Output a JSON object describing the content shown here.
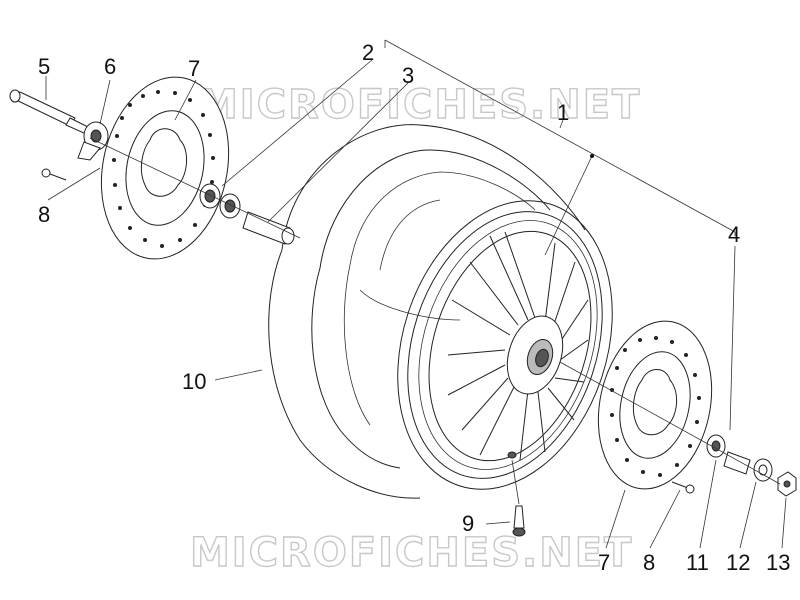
{
  "diagram": {
    "watermarks": [
      "MICROFICHES.NET",
      "MICROFICHES.NET"
    ],
    "callouts": [
      "1",
      "2",
      "3",
      "4",
      "5",
      "6",
      "7",
      "8",
      "9",
      "10",
      "7",
      "8",
      "11",
      "12",
      "13"
    ]
  }
}
